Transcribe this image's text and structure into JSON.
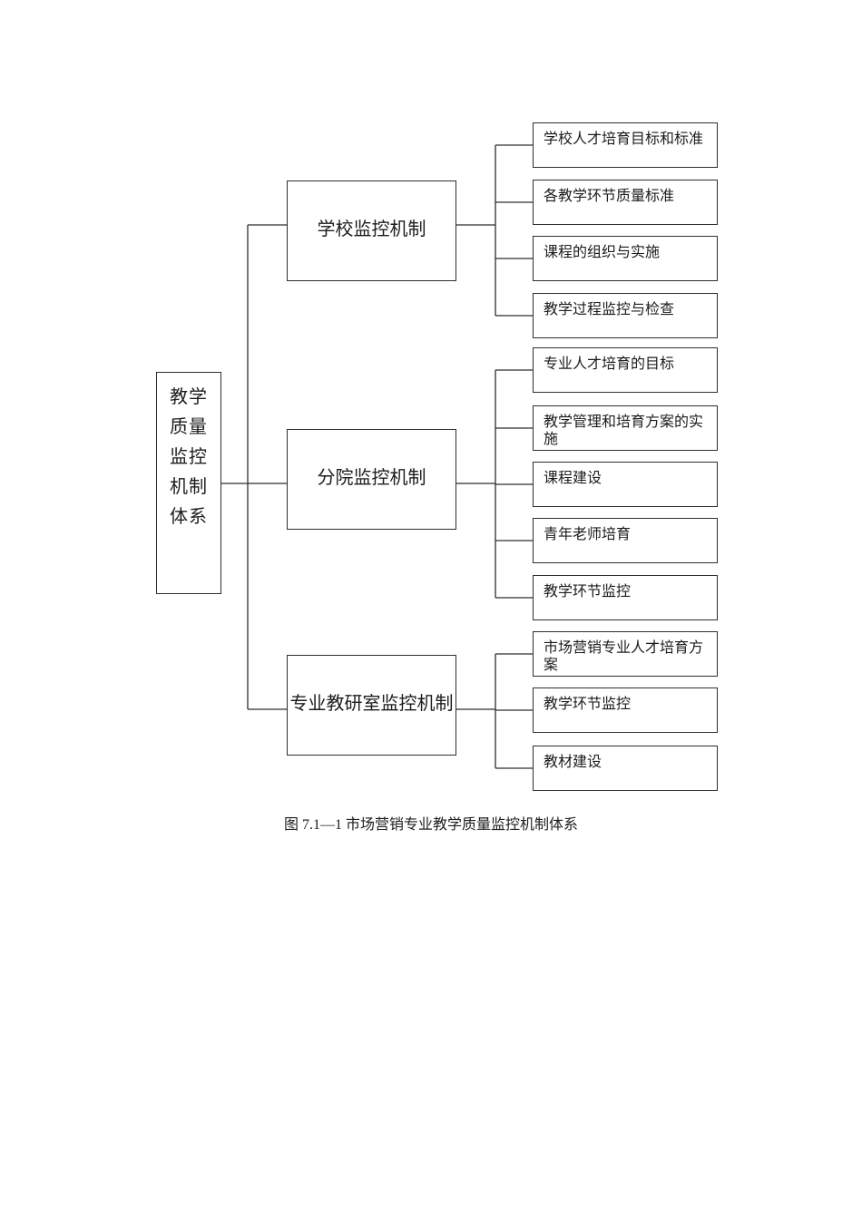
{
  "diagram": {
    "line_color": "#2e2e2e",
    "root": {
      "label_lines": [
        "教学",
        "质量",
        "监控",
        "机制",
        "体系"
      ]
    },
    "branches": [
      {
        "label": "学校监控机制",
        "children": [
          "学校人才培育目标和标准",
          "各教学环节质量标准",
          "课程的组织与实施",
          "教学过程监控与检查"
        ]
      },
      {
        "label": "分院监控机制",
        "children": [
          "专业人才培育的目标",
          "教学管理和培育方案的实施",
          "课程建设",
          "青年老师培育",
          "教学环节监控"
        ]
      },
      {
        "label": "专业教研室监控机制",
        "children": [
          "市场营销专业人才培育方案",
          "教学环节监控",
          "教材建设"
        ]
      }
    ],
    "caption": "图 7.1—1 市场营销专业教学质量监控机制体系"
  }
}
